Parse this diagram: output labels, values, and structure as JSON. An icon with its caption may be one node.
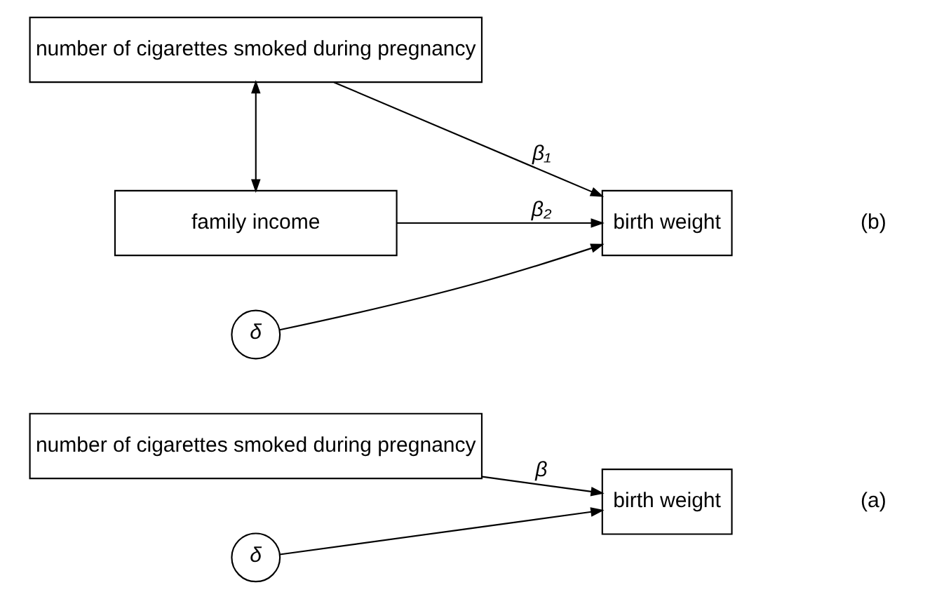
{
  "diagram": {
    "nodes": [
      {
        "text": [
          "number of cigarettes smoked during pregnancy"
        ]
      },
      {
        "text": [
          "birth weight"
        ]
      },
      {
        "text": [
          "δ"
        ]
      },
      {
        "text": [
          "number of cigarettes smoked during pregnancy"
        ]
      },
      {
        "text": [
          "family income"
        ]
      },
      {
        "text": [
          "birth weight"
        ]
      },
      {
        "text": [
          "δ"
        ]
      }
    ],
    "edges": [
      {
        "from": 0,
        "to": 1,
        "arrow": "to",
        "label": "β"
      },
      {
        "from": 2,
        "to": 1,
        "arrow": "to"
      },
      {
        "from": 3,
        "to": 4,
        "arrow": "both"
      },
      {
        "from": 3,
        "to": 5,
        "arrow": "to",
        "label": "β₁"
      },
      {
        "from": 4,
        "to": 5,
        "arrow": "to",
        "label": "β₂"
      },
      {
        "from": 6,
        "to": 5,
        "arrow": "to"
      }
    ],
    "labels": [
      "(a)",
      "(b)"
    ]
  }
}
